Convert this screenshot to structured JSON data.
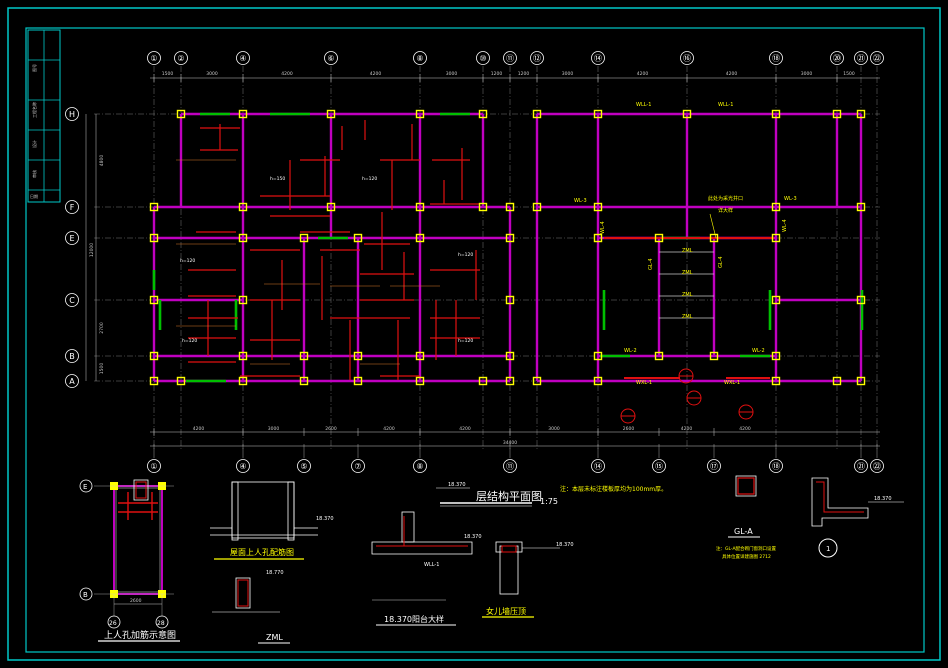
{
  "colors": {
    "background": "#000000",
    "frame": "#00c8c8",
    "column": "#ffff00",
    "beam": "#c000c0",
    "slab_rebar": "#e01010",
    "dim": "#c8c8c8",
    "axis": "#ffffff",
    "wall": "#00c000",
    "label": "#ffff00"
  },
  "title_block": {
    "cells": [
      "图号",
      "工程名称",
      "设计",
      "审核",
      "日期"
    ]
  },
  "axis_top": [
    "①",
    "②",
    "④",
    "⑥",
    "⑧",
    "⑩",
    "⑪",
    "⑫",
    "⑭",
    "⑯",
    "⑱",
    "⑳",
    "㉑",
    "㉒"
  ],
  "axis_bottom": [
    "①",
    "④",
    "⑤",
    "⑦",
    "⑧",
    "⑪",
    "⑭",
    "⑮",
    "⑰",
    "⑱",
    "㉑",
    "㉒"
  ],
  "axis_left": [
    "H",
    "F",
    "E",
    "C",
    "B",
    "A"
  ],
  "dims_top": [
    "1500",
    "3000",
    "4200",
    "4200",
    "3000",
    "1200",
    "1200",
    "3000",
    "4200",
    "4200",
    "3000",
    "1500"
  ],
  "dims_bottom": [
    "4200",
    "3000",
    "2600",
    "4200",
    "4200",
    "3000",
    "2600",
    "4200",
    "4200"
  ],
  "dim_total": "34400",
  "dims_left": [
    "4800",
    "12000",
    "2700",
    "1500"
  ],
  "plan_labels": {
    "wll1": "WLL-1",
    "wl3": "WL-3",
    "wl4": "WL-4",
    "wl2": "WL-2",
    "zml": "ZML",
    "wkl1": "WXL-1",
    "gl4": "GL-4",
    "h120": "h=120",
    "h150": "h=150",
    "note_red": "此处为采光井口",
    "note_red2": "详大样"
  },
  "drawing_title": "层结构平面图",
  "drawing_scale": "1:75",
  "note_main": "注：本层未标注楼板厚均为100mm厚。",
  "details": {
    "hatch_title": "上人孔加筋示意图",
    "hatch_axis_e": "E",
    "hatch_axis_b": "B",
    "hatch_axis_26": "26",
    "hatch_axis_28": "28",
    "hatch_dim": "2600",
    "roof_hatch": "屋面上人孔配筋图",
    "zml_title": "ZML",
    "balcony": "18.370阳台大样",
    "parapet": "女儿墙压顶",
    "gla": "GL-A",
    "gla_note1": "注：GL-A配合砌门窗洞口设置",
    "gla_note2": "具体位置详建施图 2712",
    "elev1": "18.370",
    "elev2": "18.370",
    "elev3": "18.370",
    "elev4": "18.370",
    "elev5": "18.770",
    "elev6": "18.370",
    "circle1": "1",
    "wll1b": "WLL-1"
  }
}
